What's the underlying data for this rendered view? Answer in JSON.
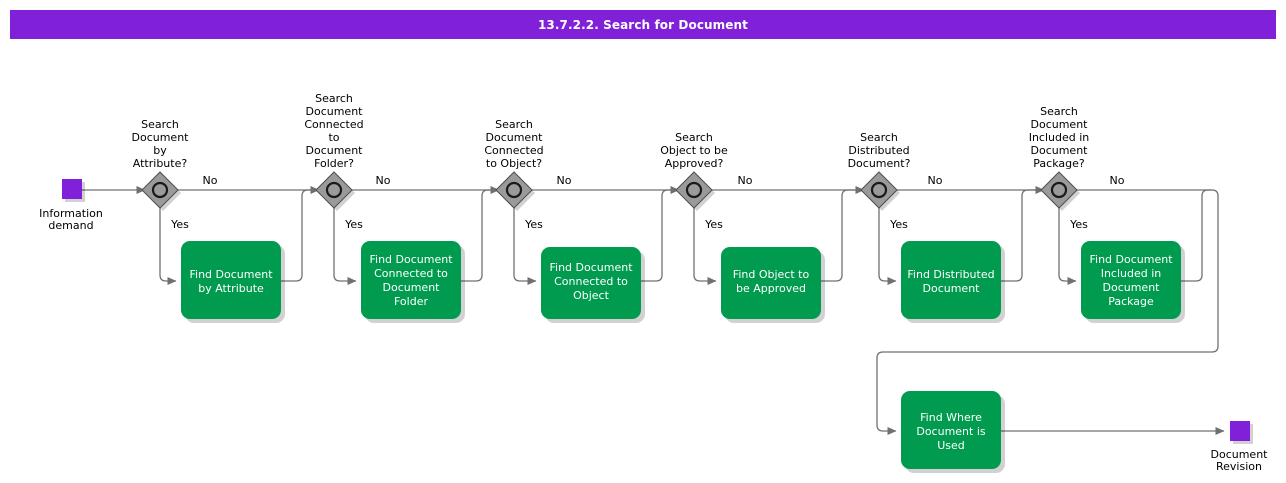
{
  "header": {
    "title": "13.7.2.2. Search for Document",
    "background": "#8021d9",
    "text_color": "#ffffff"
  },
  "colors": {
    "task_fill": "#009b4e",
    "task_text": "#ffffff",
    "gateway_fill": "#9a9a9a",
    "event_fill": "#8021d9",
    "line": "#707070",
    "label_text": "#000000"
  },
  "diagram": {
    "type": "flowchart",
    "notation": "BPMN",
    "start_event": {
      "name": "information-demand",
      "label": "Information\ndemand",
      "label_line1": "Information",
      "label_line2": "demand",
      "shape": "square",
      "color": "#8021d9"
    },
    "end_event": {
      "name": "document-revision",
      "label": "Document\nRevision",
      "label_line1": "Document",
      "label_line2": "Revision",
      "shape": "square",
      "color": "#8021d9"
    },
    "branch_labels": {
      "yes": "Yes",
      "no": "No"
    },
    "gateways": [
      {
        "id": "gw1",
        "label_lines": [
          "Search",
          "Document",
          "by",
          "Attribute?"
        ],
        "yes_label": "Yes",
        "no_label": "No"
      },
      {
        "id": "gw2",
        "label_lines": [
          "Search",
          "Document",
          "Connected",
          "to",
          "Document",
          "Folder?"
        ],
        "yes_label": "Yes",
        "no_label": "No"
      },
      {
        "id": "gw3",
        "label_lines": [
          "Search",
          "Document",
          "Connected",
          "to Object?"
        ],
        "yes_label": "Yes",
        "no_label": "No"
      },
      {
        "id": "gw4",
        "label_lines": [
          "Search",
          "Object to be",
          "Approved?"
        ],
        "yes_label": "Yes",
        "no_label": "No"
      },
      {
        "id": "gw5",
        "label_lines": [
          "Search",
          "Distributed",
          "Document?"
        ],
        "yes_label": "Yes",
        "no_label": "No"
      },
      {
        "id": "gw6",
        "label_lines": [
          "Search",
          "Document",
          "Included in",
          "Document",
          "Package?"
        ],
        "yes_label": "Yes",
        "no_label": "No"
      }
    ],
    "tasks": [
      {
        "id": "t1",
        "label_lines": [
          "Find Document",
          "by Attribute"
        ]
      },
      {
        "id": "t2",
        "label_lines": [
          "Find Document",
          "Connected to",
          "Document",
          "Folder"
        ]
      },
      {
        "id": "t3",
        "label_lines": [
          "Find Document",
          "Connected to",
          "Object"
        ]
      },
      {
        "id": "t4",
        "label_lines": [
          "Find Object to",
          "be Approved"
        ]
      },
      {
        "id": "t5",
        "label_lines": [
          "Find Distributed",
          "Document"
        ]
      },
      {
        "id": "t6",
        "label_lines": [
          "Find Document",
          "Included in",
          "Document",
          "Package"
        ]
      },
      {
        "id": "t7",
        "label_lines": [
          "Find Where",
          "Document is",
          "Used"
        ]
      }
    ]
  }
}
